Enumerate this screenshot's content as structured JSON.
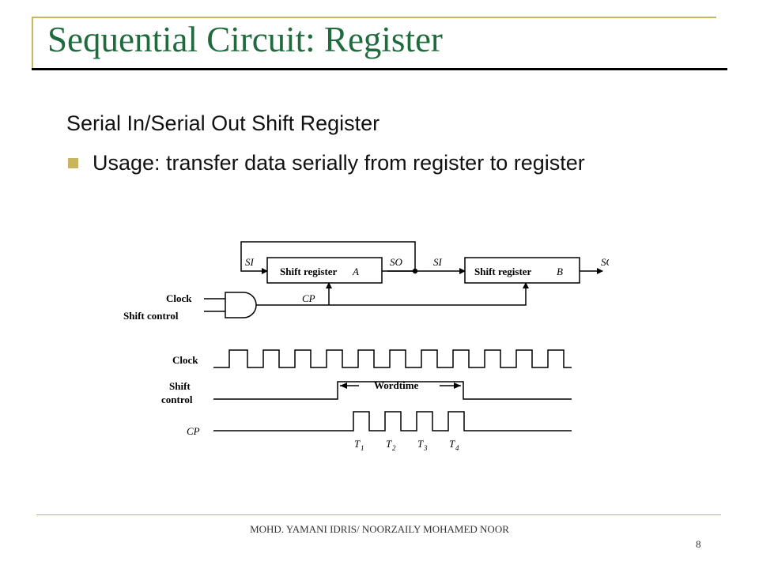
{
  "slide": {
    "title": "Sequential Circuit: Register",
    "subtitle": "Serial In/Serial Out Shift Register",
    "bullet": "Usage: transfer data serially from register to register",
    "footer": "MOHD. YAMANI IDRIS/ NOORZAILY MOHAMED NOOR",
    "page_number": "8"
  },
  "colors": {
    "title": "#1f6b3d",
    "accent": "#c9b45f"
  },
  "diagram": {
    "register_a": {
      "label": "Shift register",
      "var": "A",
      "in": "SI",
      "out": "SO"
    },
    "register_b": {
      "label": "Shift register",
      "var": "B",
      "in": "SI",
      "out": "SO"
    },
    "inputs": {
      "clock": "Clock",
      "shift_control": "Shift control"
    },
    "cp": "CP",
    "timing": {
      "clock_label": "Clock",
      "shift_label_1": "Shift",
      "shift_label_2": "control",
      "cp_label": "CP",
      "wordtime": "Wordtime",
      "pulses": [
        {
          "t": "T",
          "n": "1"
        },
        {
          "t": "T",
          "n": "2"
        },
        {
          "t": "T",
          "n": "3"
        },
        {
          "t": "T",
          "n": "4"
        }
      ]
    }
  }
}
